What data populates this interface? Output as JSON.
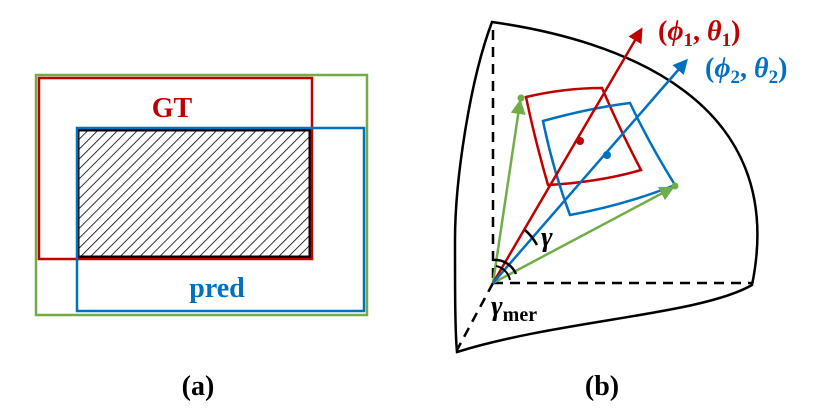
{
  "panel_a": {
    "gt_label": "GT",
    "pred_label": "pred",
    "caption": "(a)"
  },
  "panel_b": {
    "angle_label": "γ",
    "mer_angle_label": "γ",
    "mer_subscript": "mer",
    "point1_label": {
      "open": "(",
      "phi": "ϕ",
      "phi_sub": "1",
      "comma": ", ",
      "theta": "θ",
      "theta_sub": "1",
      "close": ")"
    },
    "point2_label": {
      "open": "(",
      "phi": "ϕ",
      "phi_sub": "2",
      "comma": ", ",
      "theta": "θ",
      "theta_sub": "2",
      "close": ")"
    },
    "caption": "(b)"
  },
  "colors": {
    "gt": "#c00000",
    "pred": "#0070c0",
    "union": "#70ad47",
    "outline": "#000000"
  }
}
